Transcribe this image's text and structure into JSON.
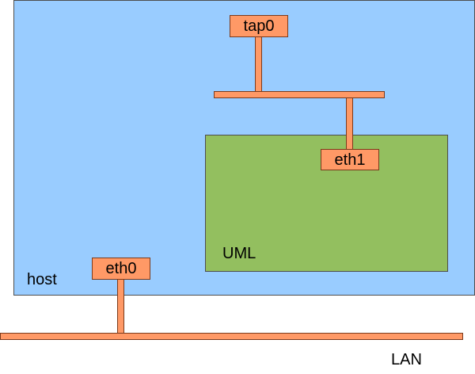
{
  "diagram": {
    "labels": {
      "host": "host",
      "uml": "UML",
      "lan": "LAN"
    },
    "interfaces": {
      "tap0": "tap0",
      "eth1": "eth1",
      "eth0": "eth0"
    },
    "colors": {
      "host_fill": "#99ccff",
      "uml_fill": "#93bf5f",
      "interface_fill": "#ff9966",
      "outline": "#4d4d4d"
    }
  }
}
